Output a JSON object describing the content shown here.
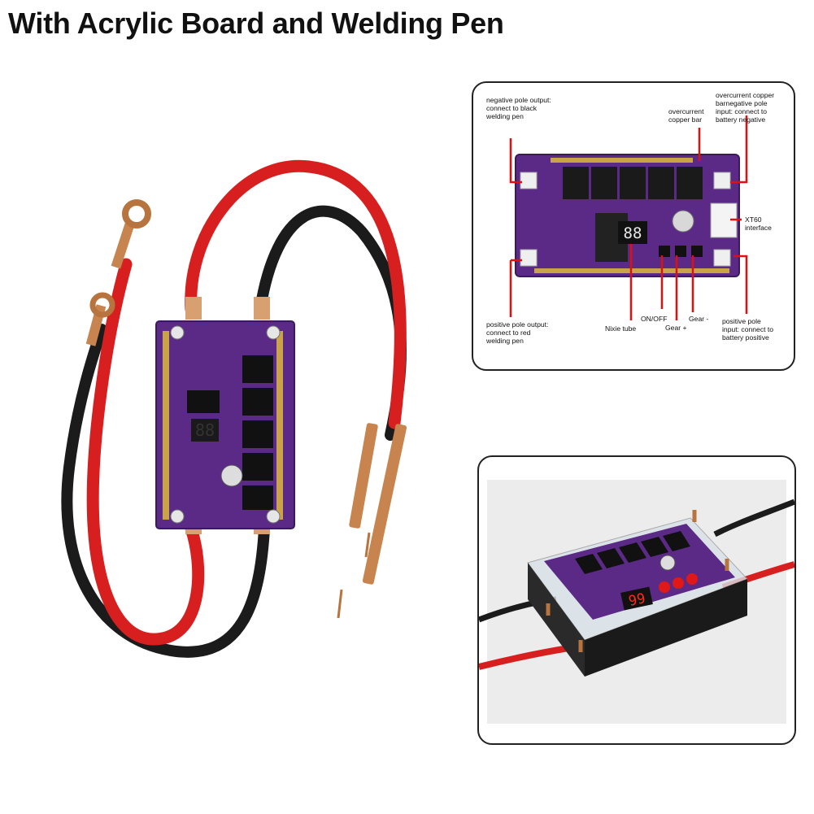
{
  "title": "With Acrylic Board and Welding Pen",
  "diagram": {
    "labels": {
      "neg_output": [
        "negative pole output:",
        "connect to black",
        "welding pen"
      ],
      "overcurrent_bar": [
        "overcurrent",
        "copper bar"
      ],
      "neg_input": [
        "overcurrent copper",
        "barnegative pole",
        "input: connect to",
        "battery negative"
      ],
      "xt60": [
        "XT60",
        "interface"
      ],
      "pos_output": [
        "positive pole output:",
        "connect to red",
        "welding pen"
      ],
      "nixie": "Nixie tube",
      "on_off": "ON/OFF",
      "gear_plus": "Gear +",
      "gear_minus": "Gear -",
      "pos_input": [
        "positive pole",
        "input: connect to",
        "battery positive"
      ]
    },
    "display_value": "88"
  },
  "acrylic_display": "99",
  "colors": {
    "board": "#5b2a86",
    "red_wire": "#d81f1f",
    "black_wire": "#1b1b1b",
    "copper": "#c8844e",
    "callout_red": "#e01010"
  }
}
